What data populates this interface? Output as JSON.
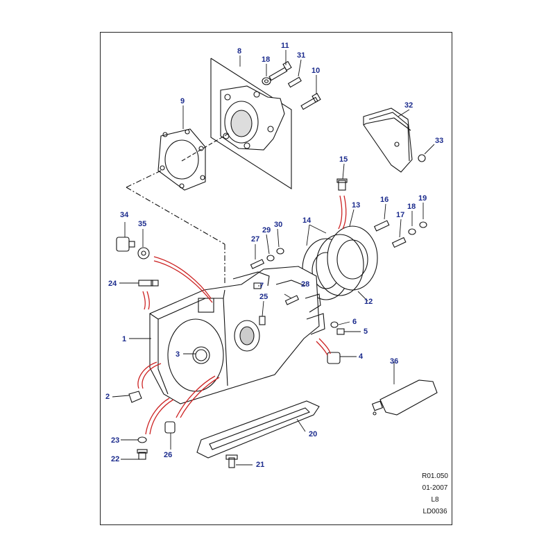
{
  "callouts": [
    {
      "n": "1"
    },
    {
      "n": "2"
    },
    {
      "n": "3"
    },
    {
      "n": "4"
    },
    {
      "n": "5"
    },
    {
      "n": "6"
    },
    {
      "n": "7"
    },
    {
      "n": "8"
    },
    {
      "n": "9"
    },
    {
      "n": "10"
    },
    {
      "n": "11"
    },
    {
      "n": "12"
    },
    {
      "n": "13"
    },
    {
      "n": "14"
    },
    {
      "n": "15"
    },
    {
      "n": "16"
    },
    {
      "n": "17"
    },
    {
      "n": "18"
    },
    {
      "n": "18"
    },
    {
      "n": "19"
    },
    {
      "n": "20"
    },
    {
      "n": "21"
    },
    {
      "n": "22"
    },
    {
      "n": "23"
    },
    {
      "n": "24"
    },
    {
      "n": "25"
    },
    {
      "n": "26"
    },
    {
      "n": "27"
    },
    {
      "n": "28"
    },
    {
      "n": "29"
    },
    {
      "n": "30"
    },
    {
      "n": "31"
    },
    {
      "n": "32"
    },
    {
      "n": "33"
    },
    {
      "n": "34"
    },
    {
      "n": "35"
    },
    {
      "n": "36"
    }
  ],
  "stamp": {
    "ref": "R01.050",
    "date": "01-2007",
    "model": "L8",
    "code": "LD0036"
  },
  "colors": {
    "callout_text": "#1a2a8c",
    "lines": "#111111",
    "hoses": "#cc2222"
  }
}
